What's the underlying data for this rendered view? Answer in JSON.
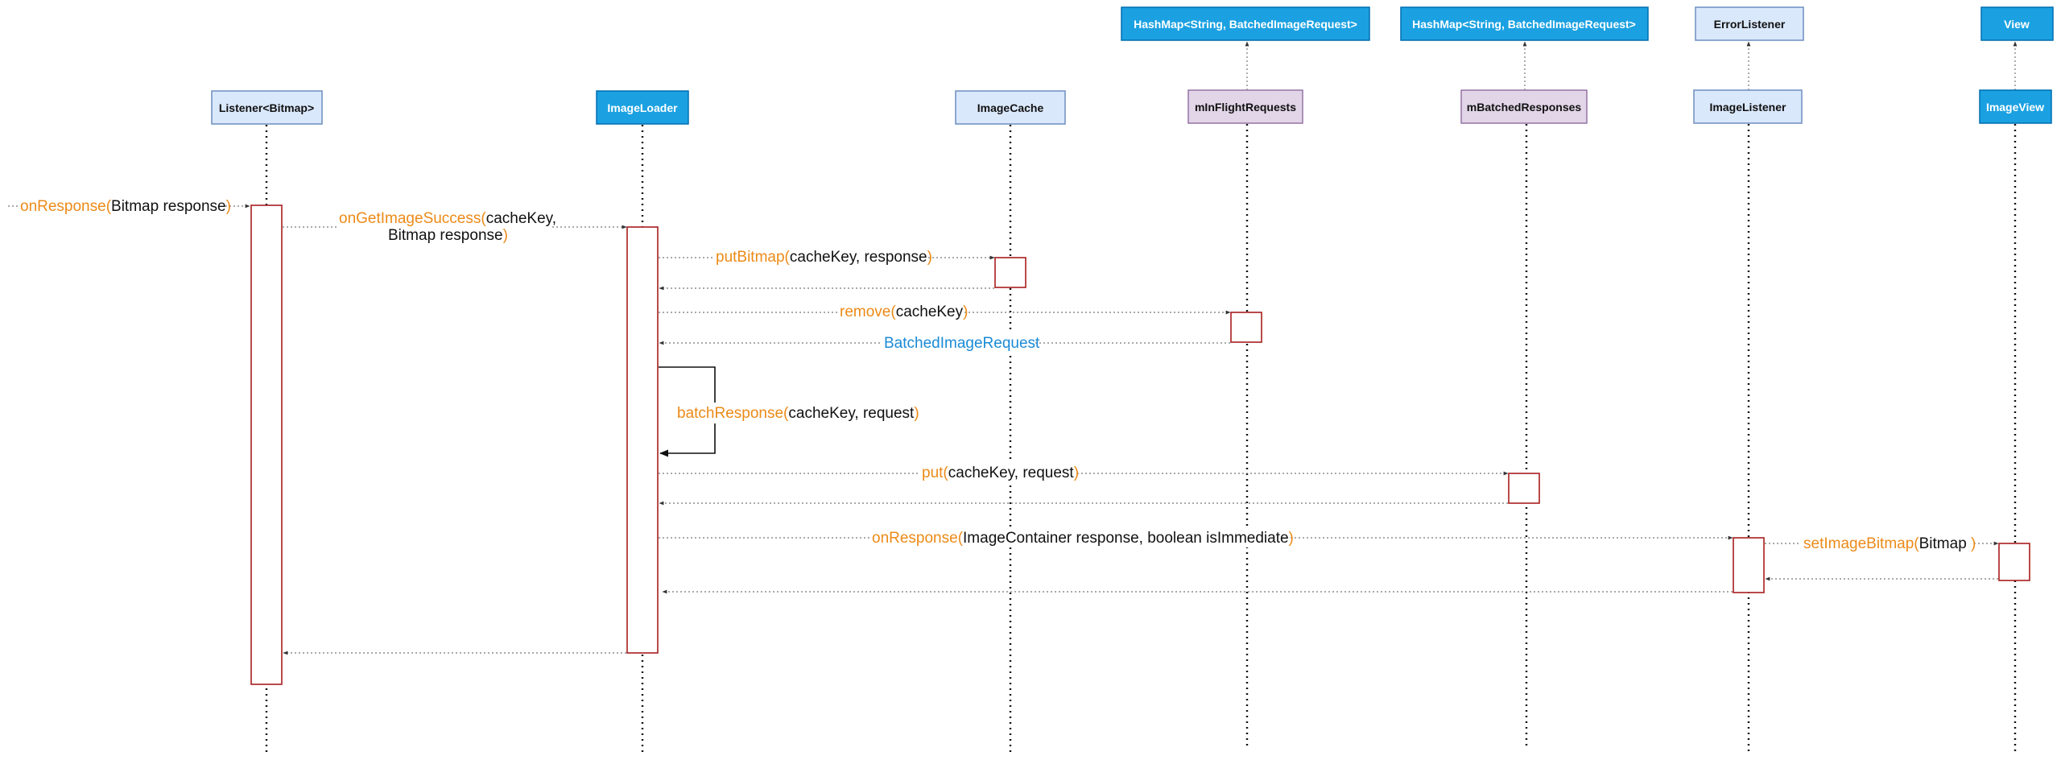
{
  "colors": {
    "dark_box_fill": "#1ba1e2",
    "dark_box_stroke": "#006eaf",
    "light_box_fill": "#dae8fc",
    "light_box_stroke": "#6c8ebf",
    "purple_box_fill": "#e1d5e7",
    "purple_box_stroke": "#9673a6",
    "method_text": "#ec8a17",
    "return_text": "#1a8ad6",
    "activation_border": "#a81d1d"
  },
  "top_boxes": {
    "inflight_map": "HashMap<String, BatchedImageRequest>",
    "batched_map": "HashMap<String, BatchedImageRequest>",
    "error_listener": "ErrorListener",
    "view": "View"
  },
  "participants": {
    "listener": "Listener<Bitmap>",
    "image_loader": "ImageLoader",
    "image_cache": "ImageCache",
    "inflight_requests": "mInFlightRequests",
    "batched_responses": "mBatchedResponses",
    "image_listener": "ImageListener",
    "image_view": "ImageView"
  },
  "messages": {
    "incoming": {
      "method": "onResponse",
      "open": "(",
      "args": "Bitmap response",
      "close": ")"
    },
    "get_image_success": {
      "method": "onGetImageSuccess",
      "open": "(",
      "args_line1": "cacheKey,",
      "args_line2": "Bitmap response",
      "close": ")"
    },
    "put_bitmap": {
      "method": "putBitmap",
      "open": "(",
      "args": "cacheKey, response",
      "close": ")"
    },
    "remove": {
      "method": "remove",
      "open": "(",
      "args": "cacheKey",
      "close": ")"
    },
    "remove_return": "BatchedImageRequest",
    "batch_response": {
      "method": "batchResponse",
      "open": "(",
      "args": "cacheKey, request",
      "close": ")"
    },
    "put": {
      "method": "put",
      "open": "(",
      "args": "cacheKey, request",
      "close": ")"
    },
    "on_response_container": {
      "method": "onResponse",
      "open": "(",
      "args": "ImageContainer response, boolean isImmediate",
      "close": ")"
    },
    "set_image_bitmap": {
      "method": "setImageBitmap",
      "open": "(",
      "args": "Bitmap ",
      "close": ")"
    }
  }
}
